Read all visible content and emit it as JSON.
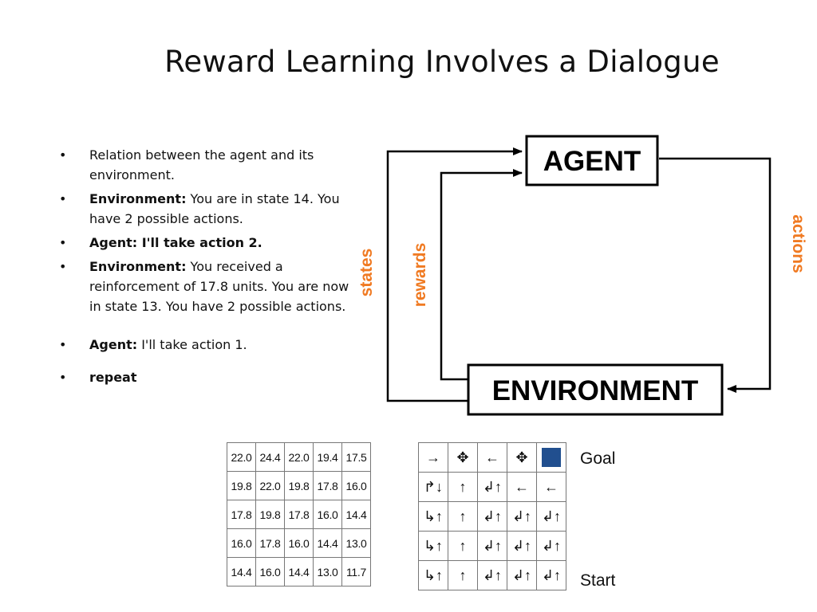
{
  "title": "Reward Learning Involves a Dialogue",
  "bullets": [
    {
      "bold": "",
      "text": "Relation between the agent and its environment."
    },
    {
      "bold": "Environment:",
      "text": " You are in state 14. You have 2 possible actions."
    },
    {
      "bold": "Agent: I'll take action 2.",
      "text": ""
    },
    {
      "bold": "Environment:",
      "text": " You received a reinforcement of 17.8 units. You are now in state 13. You have 2 possible actions."
    },
    {
      "bold": "Agent:",
      "text": " I'll take action 1."
    },
    {
      "bold": "repeat",
      "text": ""
    }
  ],
  "bullet_symbol": "•",
  "diagram": {
    "agent_label": "AGENT",
    "environment_label": "ENVIRONMENT",
    "states_label": "states",
    "rewards_label": "rewards",
    "actions_label": "actions",
    "accent_color": "#f07a22"
  },
  "value_grid": [
    [
      "22.0",
      "24.4",
      "22.0",
      "19.4",
      "17.5"
    ],
    [
      "19.8",
      "22.0",
      "19.8",
      "17.8",
      "16.0"
    ],
    [
      "17.8",
      "19.8",
      "17.8",
      "16.0",
      "14.4"
    ],
    [
      "16.0",
      "17.8",
      "16.0",
      "14.4",
      "13.0"
    ],
    [
      "14.4",
      "16.0",
      "14.4",
      "13.0",
      "11.7"
    ]
  ],
  "policy_grid": [
    [
      "→",
      "✥",
      "←",
      "✥",
      "goal"
    ],
    [
      "↱↓",
      "↑",
      "↲↑",
      "←",
      "←"
    ],
    [
      "↳↑",
      "↑",
      "↲↑",
      "↲↑",
      "↲↑"
    ],
    [
      "↳↑",
      "↑",
      "↲↑",
      "↲↑",
      "↲↑"
    ],
    [
      "↳↑",
      "↑",
      "↲↑",
      "↲↑",
      "↲↑"
    ]
  ],
  "goal_color": "#214f8f",
  "goal_label": "Goal",
  "start_label": "Start"
}
